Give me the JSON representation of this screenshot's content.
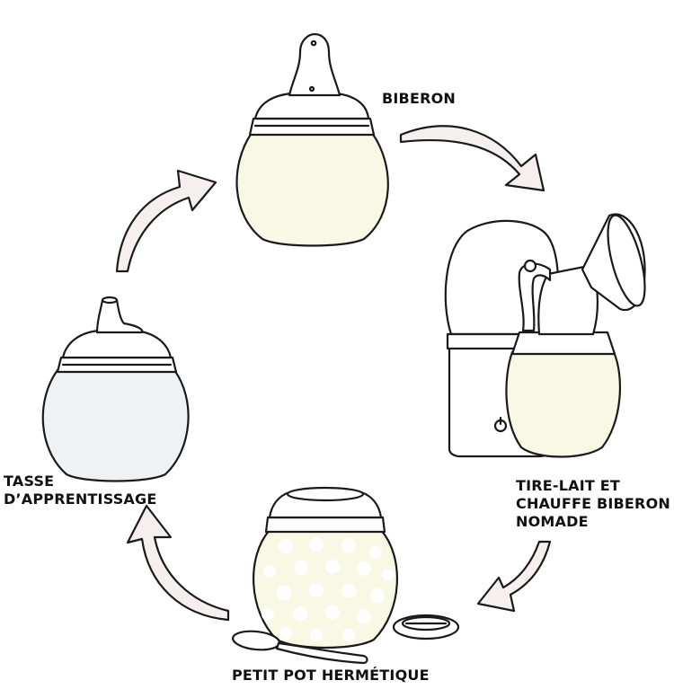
{
  "labels": {
    "biberon": "BIBERON",
    "tire_lait": [
      "TIRE-LAIT ET",
      "CHAUFFE BIBERON",
      "NOMADE"
    ],
    "petit_pot": "PETIT POT HERMÉTIQUE",
    "tasse": [
      "TASSE",
      "D’APPRENTISSAGE"
    ]
  },
  "colors": {
    "cream": "#f8f8e4",
    "light_blue": "#eef2f4",
    "arrow_fill": "#f5f0ed",
    "white": "#ffffff",
    "outline": "#1a1a1a"
  },
  "icons": [
    "baby-bottle-icon",
    "breast-pump-warmer-icon",
    "food-jar-icon",
    "spoon-icon",
    "sippy-cup-icon",
    "cycle-arrow-icon"
  ]
}
